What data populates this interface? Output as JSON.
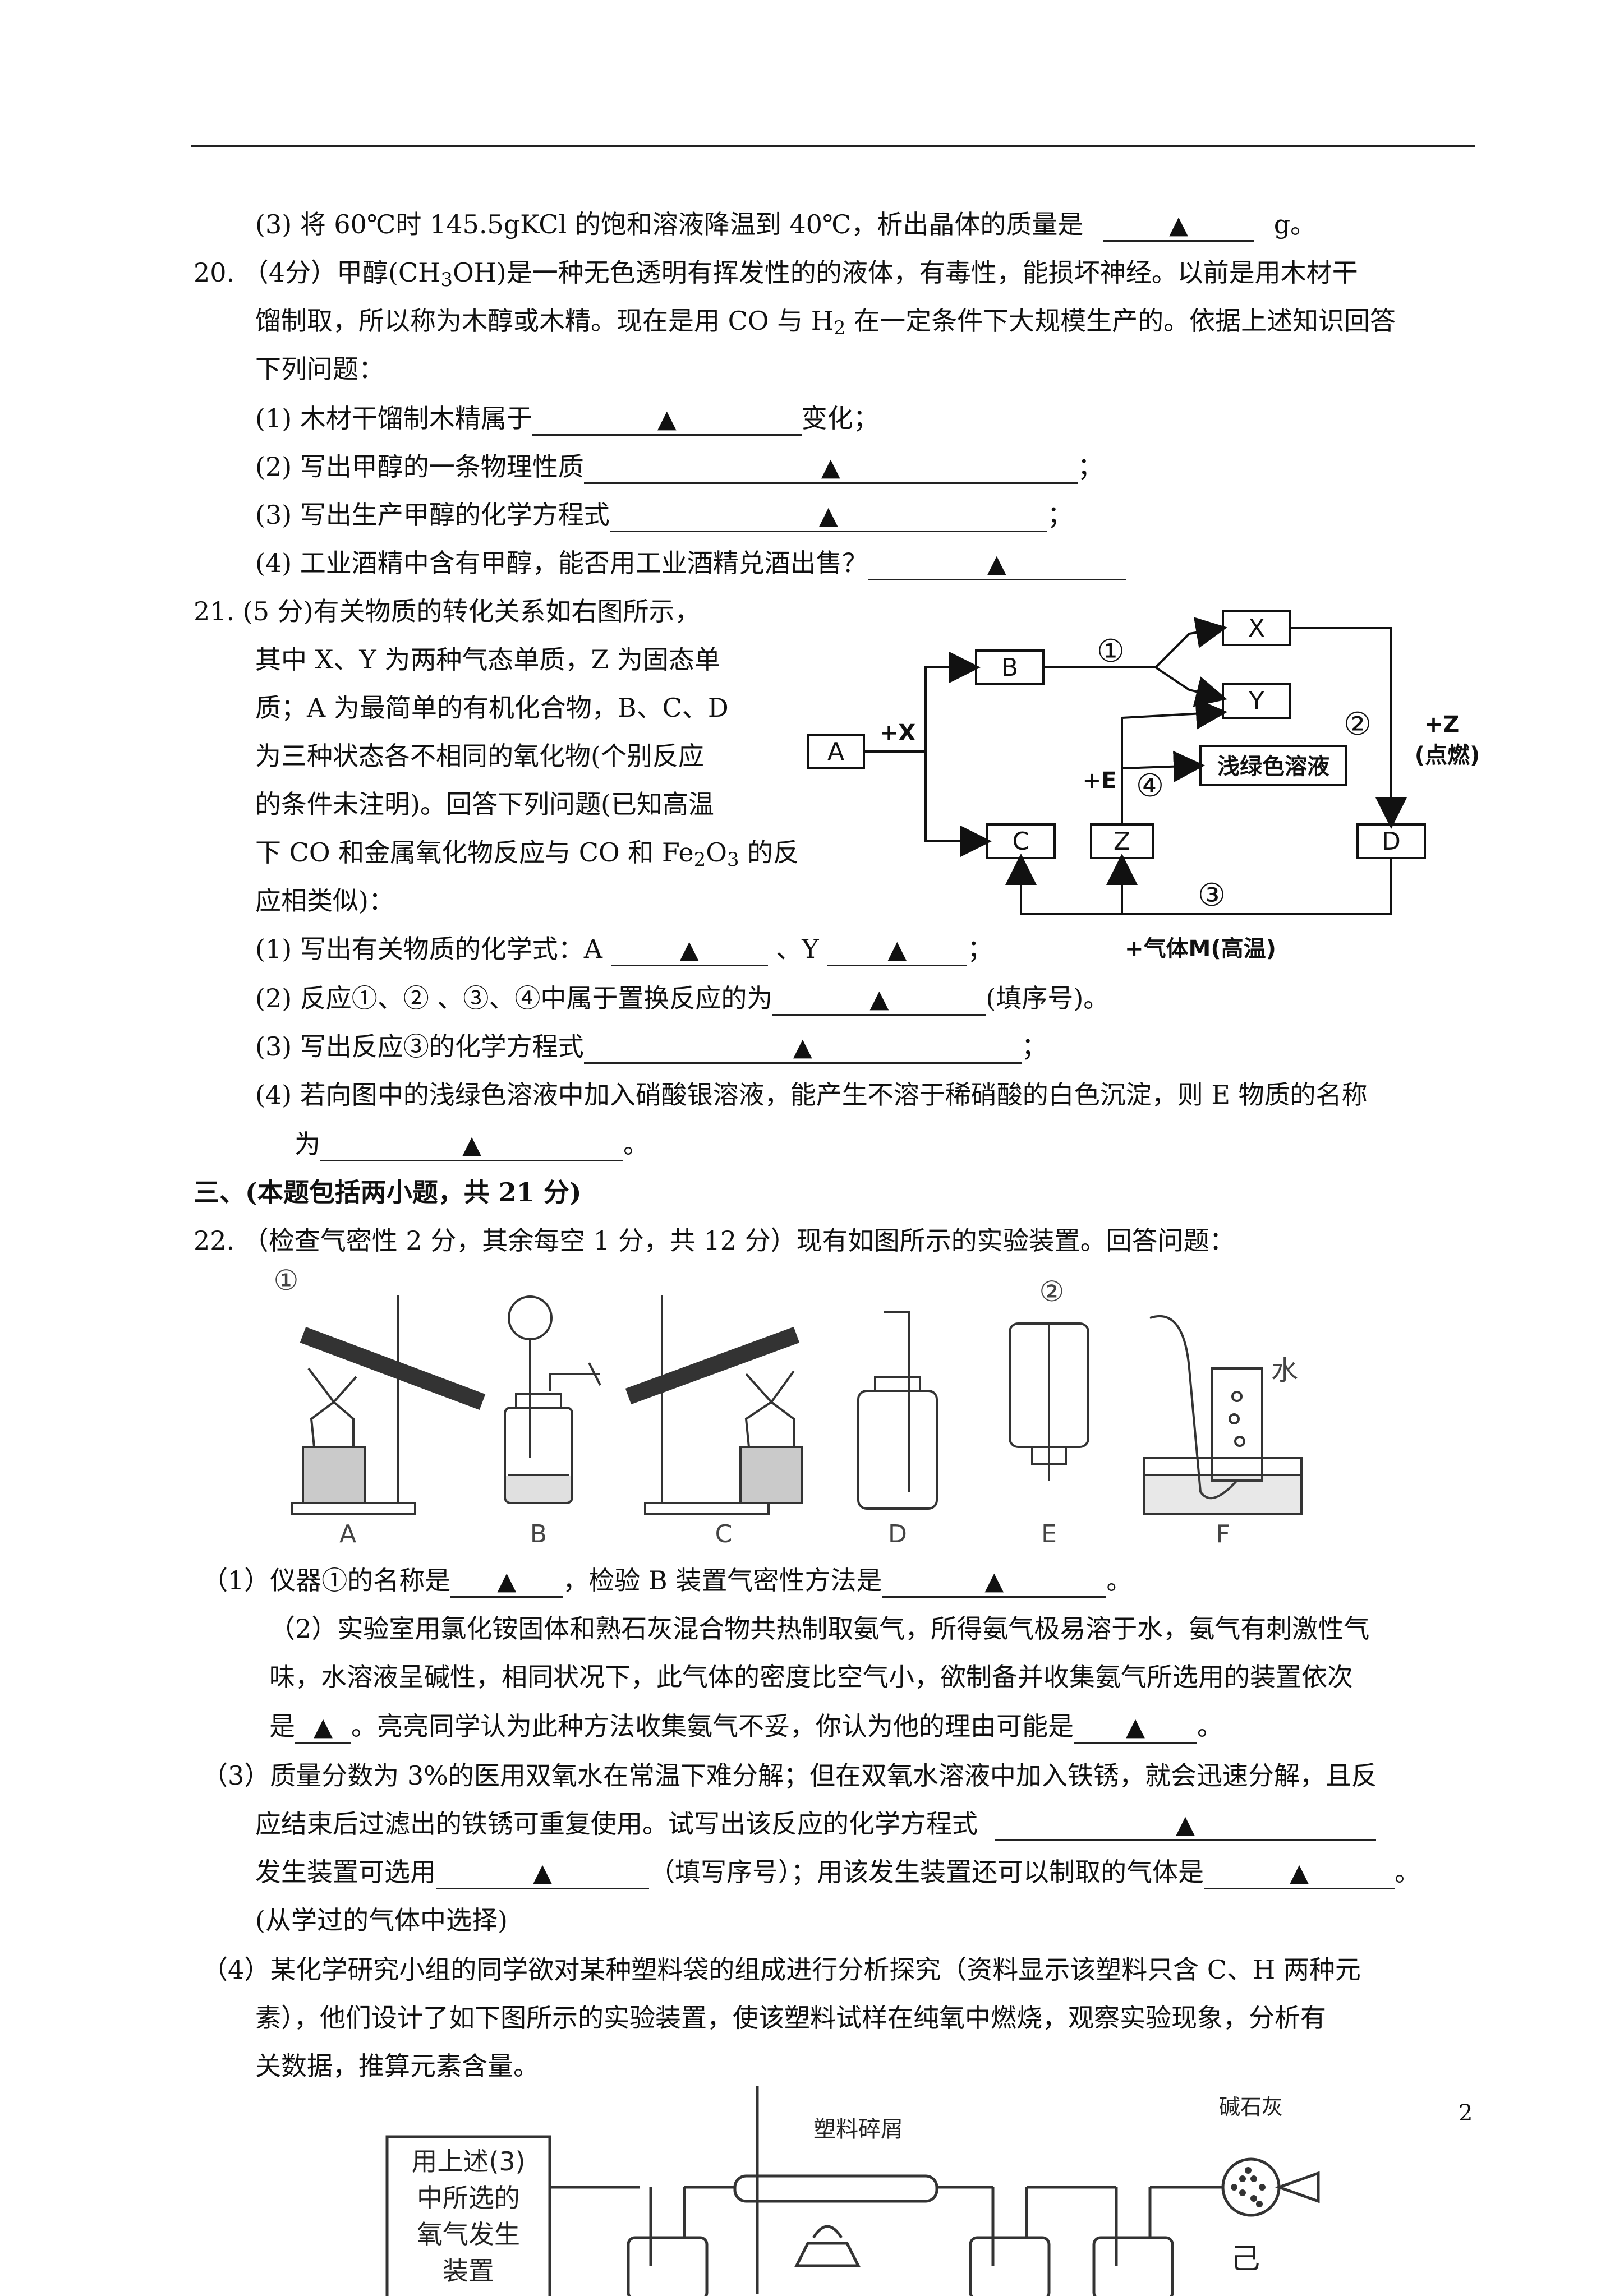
{
  "page_number": "2",
  "q19_3": {
    "text_before": "(3) 将 60℃时 145.5gKCl 的饱和溶液降温到 40℃，析出晶体的质量是",
    "text_after": "g。"
  },
  "q20": {
    "line1": "20.  （4分）甲醇(CH",
    "line1_sub": "3",
    "line1_b": "OH)是一种无色透明有挥发性的的液体，有毒性，能损坏神经。以前是用木材干",
    "line2": "馏制取，所以称为木醇或木精。现在是用 CO 与 H",
    "line2_sub": "2",
    "line2_b": " 在一定条件下大规模生产的。依据上述知识回答",
    "line3": "下列问题：",
    "q1": "(1) 木材干馏制木精属于",
    "q1_after": "变化；",
    "q2": "(2) 写出甲醇的一条物理性质",
    "q2_after": "；",
    "q3": "(3) 写出生产甲醇的化学方程式",
    "q3_after": "；",
    "q4": "(4) 工业酒精中含有甲醇，能否用工业酒精兑酒出售？"
  },
  "q21": {
    "lines": [
      "21.  (5 分)有关物质的转化关系如右图所示，",
      "其中 X、Y 为两种气态单质，Z 为固态单",
      "质；A 为最简单的有机化合物，B、C、D",
      "为三种状态各不相同的氧化物(个别反应",
      "的条件未注明)。回答下列问题(已知高温"
    ],
    "line6_a": "下 CO 和金属氧化物反应与 CO 和 Fe",
    "line6_sub1": "2",
    "line6_b": "O",
    "line6_sub2": "3",
    "line6_c": " 的反",
    "line7": "应相类似)：",
    "q1": "(1) 写出有关物质的化学式：A",
    "q1_mid": "、Y",
    "q1_after": "；",
    "q2": "(2) 反应①、② 、③、④中属于置换反应的为",
    "q2_after": "(填序号)。",
    "q3": "(3) 写出反应③的化学方程式",
    "q3_after": "；",
    "q4": "(4) 若向图中的浅绿色溶液中加入硝酸银溶液，能产生不溶于稀硝酸的白色沉淀，则 E 物质的名称",
    "q4_b": "为",
    "q4_after": "。",
    "diagram": {
      "A": "A",
      "B": "B",
      "C": "C",
      "D": "D",
      "X": "X",
      "Y": "Y",
      "Z": "Z",
      "solution": "浅绿色溶液",
      "plusX": "+X",
      "plusE": "+E",
      "plusZ": "+Z",
      "fire": "(点燃)",
      "gasM": "+气体M(高温)",
      "r1": "①",
      "r2": "②",
      "r3": "③",
      "r4": "④"
    }
  },
  "section3": "三、(本题包括两小题，共 21 分)",
  "q22": {
    "intro": "22.  （检查气密性 2 分，其余每空 1 分，共 12 分）现有如图所示的实验装置。回答问题：",
    "apparatus_labels": [
      "A",
      "B",
      "C",
      "D",
      "E",
      "F"
    ],
    "marker1": "①",
    "marker2": "②",
    "water": "水",
    "q1": "（1）仪器①的名称是",
    "q1_mid": "，检验 B 装置气密性方法是",
    "q1_after": "。",
    "q2_l1": "（2）实验室用氯化铵固体和熟石灰混合物共热制取氨气，所得氨气极易溶于水，氨气有刺激性气",
    "q2_l2": "味，水溶液呈碱性，相同状况下，此气体的密度比空气小，欲制备并收集氨气所选用的装置依次",
    "q2_l3a": "是",
    "q2_l3b": "。亮亮同学认为此种方法收集氨气不妥，你认为他的理由可能是",
    "q2_l3c": "。",
    "q3_l1": "（3）质量分数为 3%的医用双氧水在常温下难分解；但在双氧水溶液中加入铁锈，就会迅速分解，且反",
    "q3_l2": "应结束后过滤出的铁锈可重复使用。试写出该反应的化学方程式",
    "q3_l3a": "发生装置可选用",
    "q3_l3b": "（填写序号）；用该发生装置还可以制取的气体是",
    "q3_l3c": "。",
    "q3_l4": "(从学过的气体中选择)",
    "q4_l1": "（4）某化学研究小组的同学欲对某种塑料袋的组成进行分析探究（资料显示该塑料只含 C、H 两种元",
    "q4_l2": "素），他们设计了如下图所示的实验装置，使该塑料试样在纯氧中燃烧，观察实验现象，分析有",
    "q4_l3": "关数据，推算元素含量。",
    "fig2": {
      "box": [
        "用上述(3)",
        "中所选的",
        "氧气发生",
        "装置"
      ],
      "plastic": "塑料碎屑",
      "soda_lime": "碱石灰",
      "ji": "己"
    }
  },
  "blank": "▲"
}
